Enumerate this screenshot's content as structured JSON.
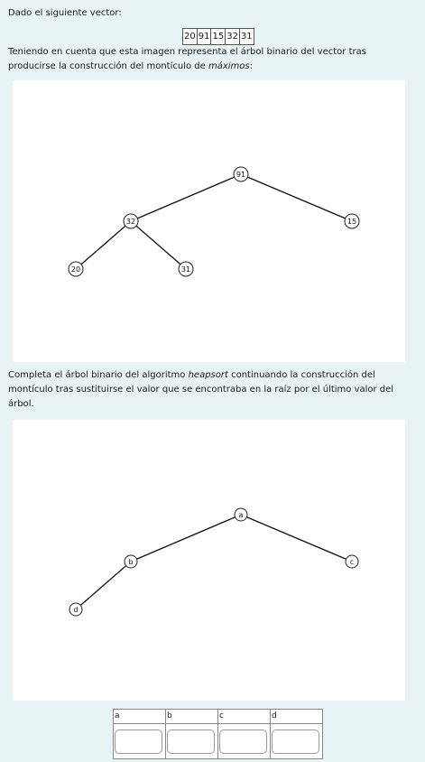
{
  "intro": "Dado el siguiente vector:",
  "vector": [
    "20",
    "91",
    "15",
    "32",
    "31"
  ],
  "desc1_before": "Teniendo en cuenta que esta imagen representa el árbol binario del vector tras producirse la construcción del montículo de ",
  "desc1_em": "máximos",
  "desc1_after": ":",
  "tree1": {
    "root": "91",
    "left": "32",
    "right": "15",
    "left_left": "20",
    "left_right": "31"
  },
  "desc2_before": "Completa el árbol binario del algoritmo ",
  "desc2_em": "heapsort",
  "desc2_after": " continuando la construcción del montículo tras sustituirse el valor que se encontraba en la raíz por el último valor del árbol.",
  "tree2": {
    "root": "a",
    "left": "b",
    "right": "c",
    "left_left": "d"
  },
  "answers": {
    "headers": [
      "a",
      "b",
      "c",
      "d"
    ],
    "values": [
      "",
      "",
      "",
      ""
    ]
  }
}
